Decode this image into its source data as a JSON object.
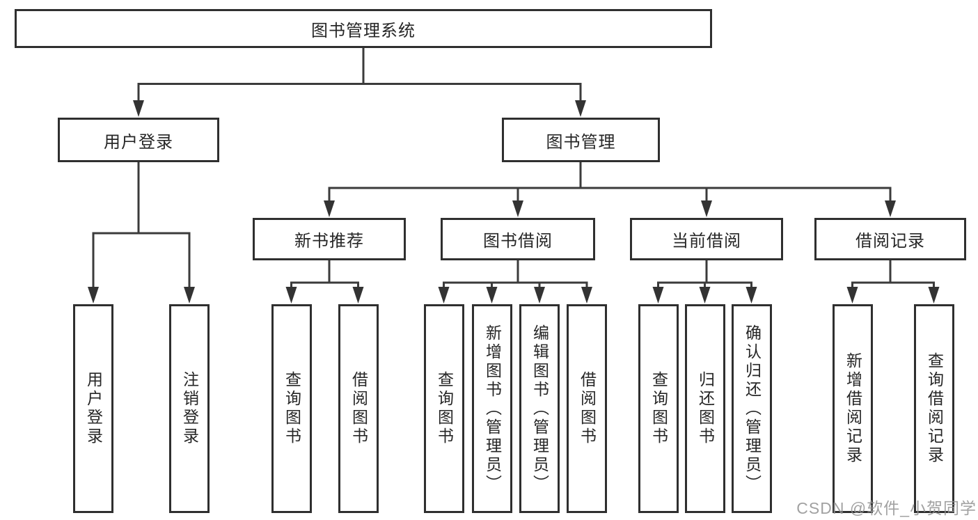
{
  "diagram": {
    "title": "图书管理系统",
    "branches": [
      {
        "label": "用户登录",
        "leaves": [
          {
            "label": "用户登录"
          },
          {
            "label": "注销登录"
          }
        ]
      },
      {
        "label": "图书管理",
        "groups": [
          {
            "label": "新书推荐",
            "leaves": [
              {
                "label": "查询图书"
              },
              {
                "label": "借阅图书"
              }
            ]
          },
          {
            "label": "图书借阅",
            "leaves": [
              {
                "label": "查询图书"
              },
              {
                "label": "新增图书（管理员）"
              },
              {
                "label": "编辑图书（管理员）"
              },
              {
                "label": "借阅图书"
              }
            ]
          },
          {
            "label": "当前借阅",
            "leaves": [
              {
                "label": "查询图书"
              },
              {
                "label": "归还图书"
              },
              {
                "label": "确认归还（管理员）"
              }
            ]
          },
          {
            "label": "借阅记录",
            "leaves": [
              {
                "label": "新增借阅记录"
              },
              {
                "label": "查询借阅记录"
              }
            ]
          }
        ]
      }
    ]
  },
  "watermark": {
    "text": "CSDN @软件_小贺同学"
  },
  "colors": {
    "box_border": "#2f2f2f",
    "connector_line": "#3b3b3b",
    "text": "#262626",
    "watermark": "#919191",
    "background": "#ffffff"
  }
}
